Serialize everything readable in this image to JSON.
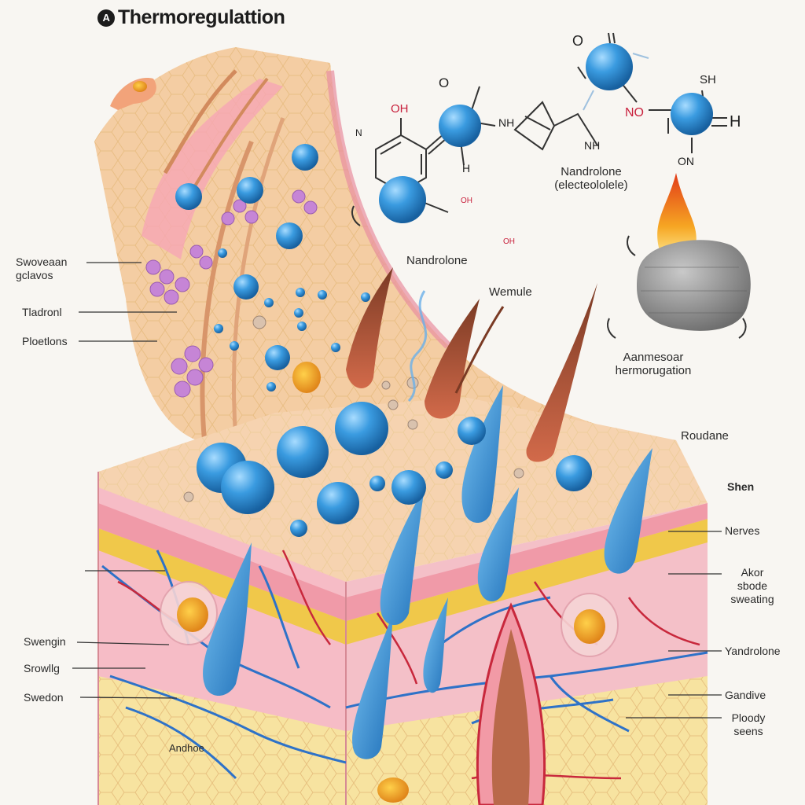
{
  "title": {
    "icon": "A",
    "text": "Thermoregulattion"
  },
  "left_labels": [
    {
      "lines": [
        "Swoveaan",
        "gclavos"
      ]
    },
    {
      "lines": [
        "Tladronl"
      ]
    },
    {
      "lines": [
        "Ploetlons"
      ]
    }
  ],
  "center_labels": {
    "nandrolone_top": "Nandrolone",
    "wemule": "Wemule",
    "chem_name": "Nandrolone",
    "chem_subname": "(electeololele)",
    "aanmesoar": [
      "Aanmesoar",
      "hermorugation"
    ],
    "roudane": "Roudane",
    "andhoe": "Andhoe"
  },
  "right_labels": [
    {
      "key": "shen",
      "lines": [
        "Shen"
      ]
    },
    {
      "key": "nerves",
      "lines": [
        "Nerves"
      ]
    },
    {
      "key": "akor",
      "lines": [
        "Akor",
        "sbode",
        "sweating"
      ]
    },
    {
      "key": "yandrolone",
      "lines": [
        "Yandrolone"
      ]
    },
    {
      "key": "gandive",
      "lines": [
        "Gandive"
      ]
    },
    {
      "key": "ploody",
      "lines": [
        "Ploody",
        "seens"
      ]
    }
  ],
  "bottom_left_labels": [
    {
      "lines": [
        "Swengin"
      ]
    },
    {
      "lines": [
        "Srowllg"
      ]
    },
    {
      "lines": [
        "Swedon"
      ]
    }
  ],
  "chem_atoms": {
    "oh": "OH",
    "o1": "O",
    "n_left": "N",
    "nh_mid": "NH",
    "nh_right": "NH",
    "h_bond": "H",
    "o_top": "O",
    "no": "NO",
    "sh": "SH",
    "h_right": "H",
    "on": "ON",
    "small_top": "OH",
    "small_bottom": "OH"
  },
  "colors": {
    "sphere_blue": "#2f8fd6",
    "skin_pink": "#f3b7c1",
    "fat_yellow": "#f7e3a0",
    "vessel_red": "#c8283c",
    "nerve_blue": "#2e72c8",
    "flame_orange": "#f3a21f"
  }
}
